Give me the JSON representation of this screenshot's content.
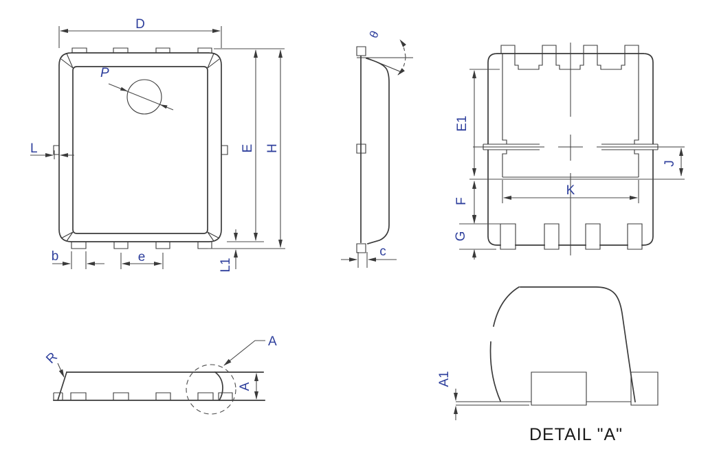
{
  "drawing": {
    "colors": {
      "line": "#3a3a3a",
      "dim": "#4a4a4a",
      "label": "#2e3f9c",
      "title": "#1a1a1a",
      "bg": "#ffffff"
    },
    "views": {
      "top": {
        "labels": {
          "D": "D",
          "P": "P",
          "L": "L",
          "E": "E",
          "H": "H",
          "b": "b",
          "e": "e",
          "L1": "L1"
        }
      },
      "side": {
        "labels": {
          "theta": "θ",
          "c": "c"
        }
      },
      "bottom": {
        "labels": {
          "E1": "E1",
          "J": "J",
          "K": "K",
          "F": "F",
          "G": "G"
        }
      },
      "front": {
        "labels": {
          "R": "R",
          "A_callout": "A",
          "A_height": "A"
        }
      },
      "detail": {
        "labels": {
          "A1": "A1"
        },
        "title": "DETAIL \"A\""
      }
    }
  }
}
